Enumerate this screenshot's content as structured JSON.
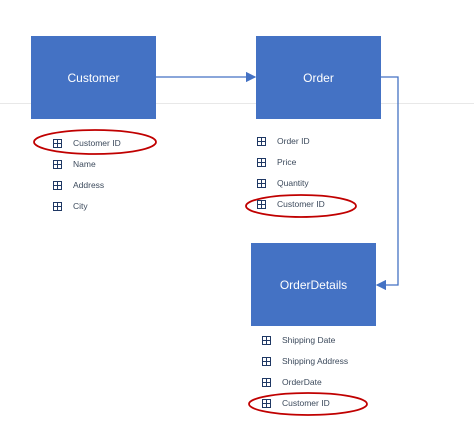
{
  "entities": [
    {
      "id": "customer",
      "label": "Customer",
      "fields": [
        "Customer ID",
        "Name",
        "Address",
        "City"
      ]
    },
    {
      "id": "order",
      "label": "Order",
      "fields": [
        "Order ID",
        "Price",
        "Quantity",
        "Customer ID"
      ]
    },
    {
      "id": "details",
      "label": "OrderDetails",
      "fields": [
        "Shipping Date",
        "Shipping Address",
        "OrderDate",
        "Customer ID"
      ]
    }
  ],
  "highlighted_fields": [
    "customer.Customer ID",
    "order.Customer ID",
    "details.Customer ID"
  ],
  "colors": {
    "entity_fill": "#4472c4",
    "connector": "#4472c4",
    "highlight": "#c00000",
    "field_icon": "#1f3864"
  },
  "icons": {
    "field": "table-field-icon"
  }
}
